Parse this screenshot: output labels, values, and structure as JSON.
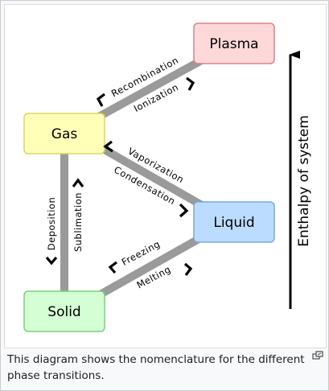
{
  "diagram": {
    "states": {
      "plasma": "Plasma",
      "gas": "Gas",
      "liquid": "Liquid",
      "solid": "Solid"
    },
    "transitions": {
      "recombination": "Recombination",
      "ionization": "Ionization",
      "vaporization": "Vaporization",
      "condensation": "Condensation",
      "deposition": "Deposition",
      "sublimation": "Sublimation",
      "freezing": "Freezing",
      "melting": "Melting"
    },
    "axis_label": "Enthalpy of system",
    "colors": {
      "plasma_fill": "#ffd9d9",
      "plasma_stroke": "#e0808a",
      "gas_fill": "#ffffb8",
      "gas_stroke": "#d8d860",
      "liquid_fill": "#bcdcff",
      "liquid_stroke": "#7aa8e0",
      "solid_fill": "#d4ffd4",
      "solid_stroke": "#78d078",
      "connector": "#9a9a9a"
    }
  },
  "caption": {
    "text": "This diagram shows the nomenclature for the different phase transitions."
  },
  "icons": {
    "magnify": "magnify-icon"
  }
}
